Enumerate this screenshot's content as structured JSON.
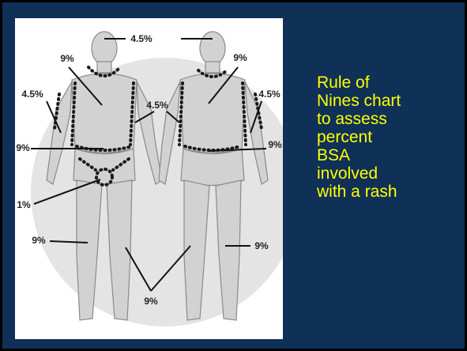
{
  "caption_lines": [
    "Rule of",
    "Nines chart",
    "to assess",
    "percent",
    "BSA",
    "involved",
    "with a rash"
  ],
  "figure": {
    "alt": "Front and back views of a human body divided into regions labelled with body-surface-area percentages",
    "labels": {
      "head": "4.5%",
      "front_chest": "9%",
      "back_upper": "9%",
      "left_arm_front": "4.5%",
      "arm_middle": "4.5%",
      "right_arm_back": "4.5%",
      "front_abdomen": "9%",
      "back_lower": "9%",
      "genital": "1%",
      "front_leg": "9%",
      "back_leg": "9%",
      "legs_bottom": "9%"
    }
  },
  "colors": {
    "background": "#0f3057",
    "caption_text": "#ffff00",
    "figure_bg": "#ffffff"
  }
}
